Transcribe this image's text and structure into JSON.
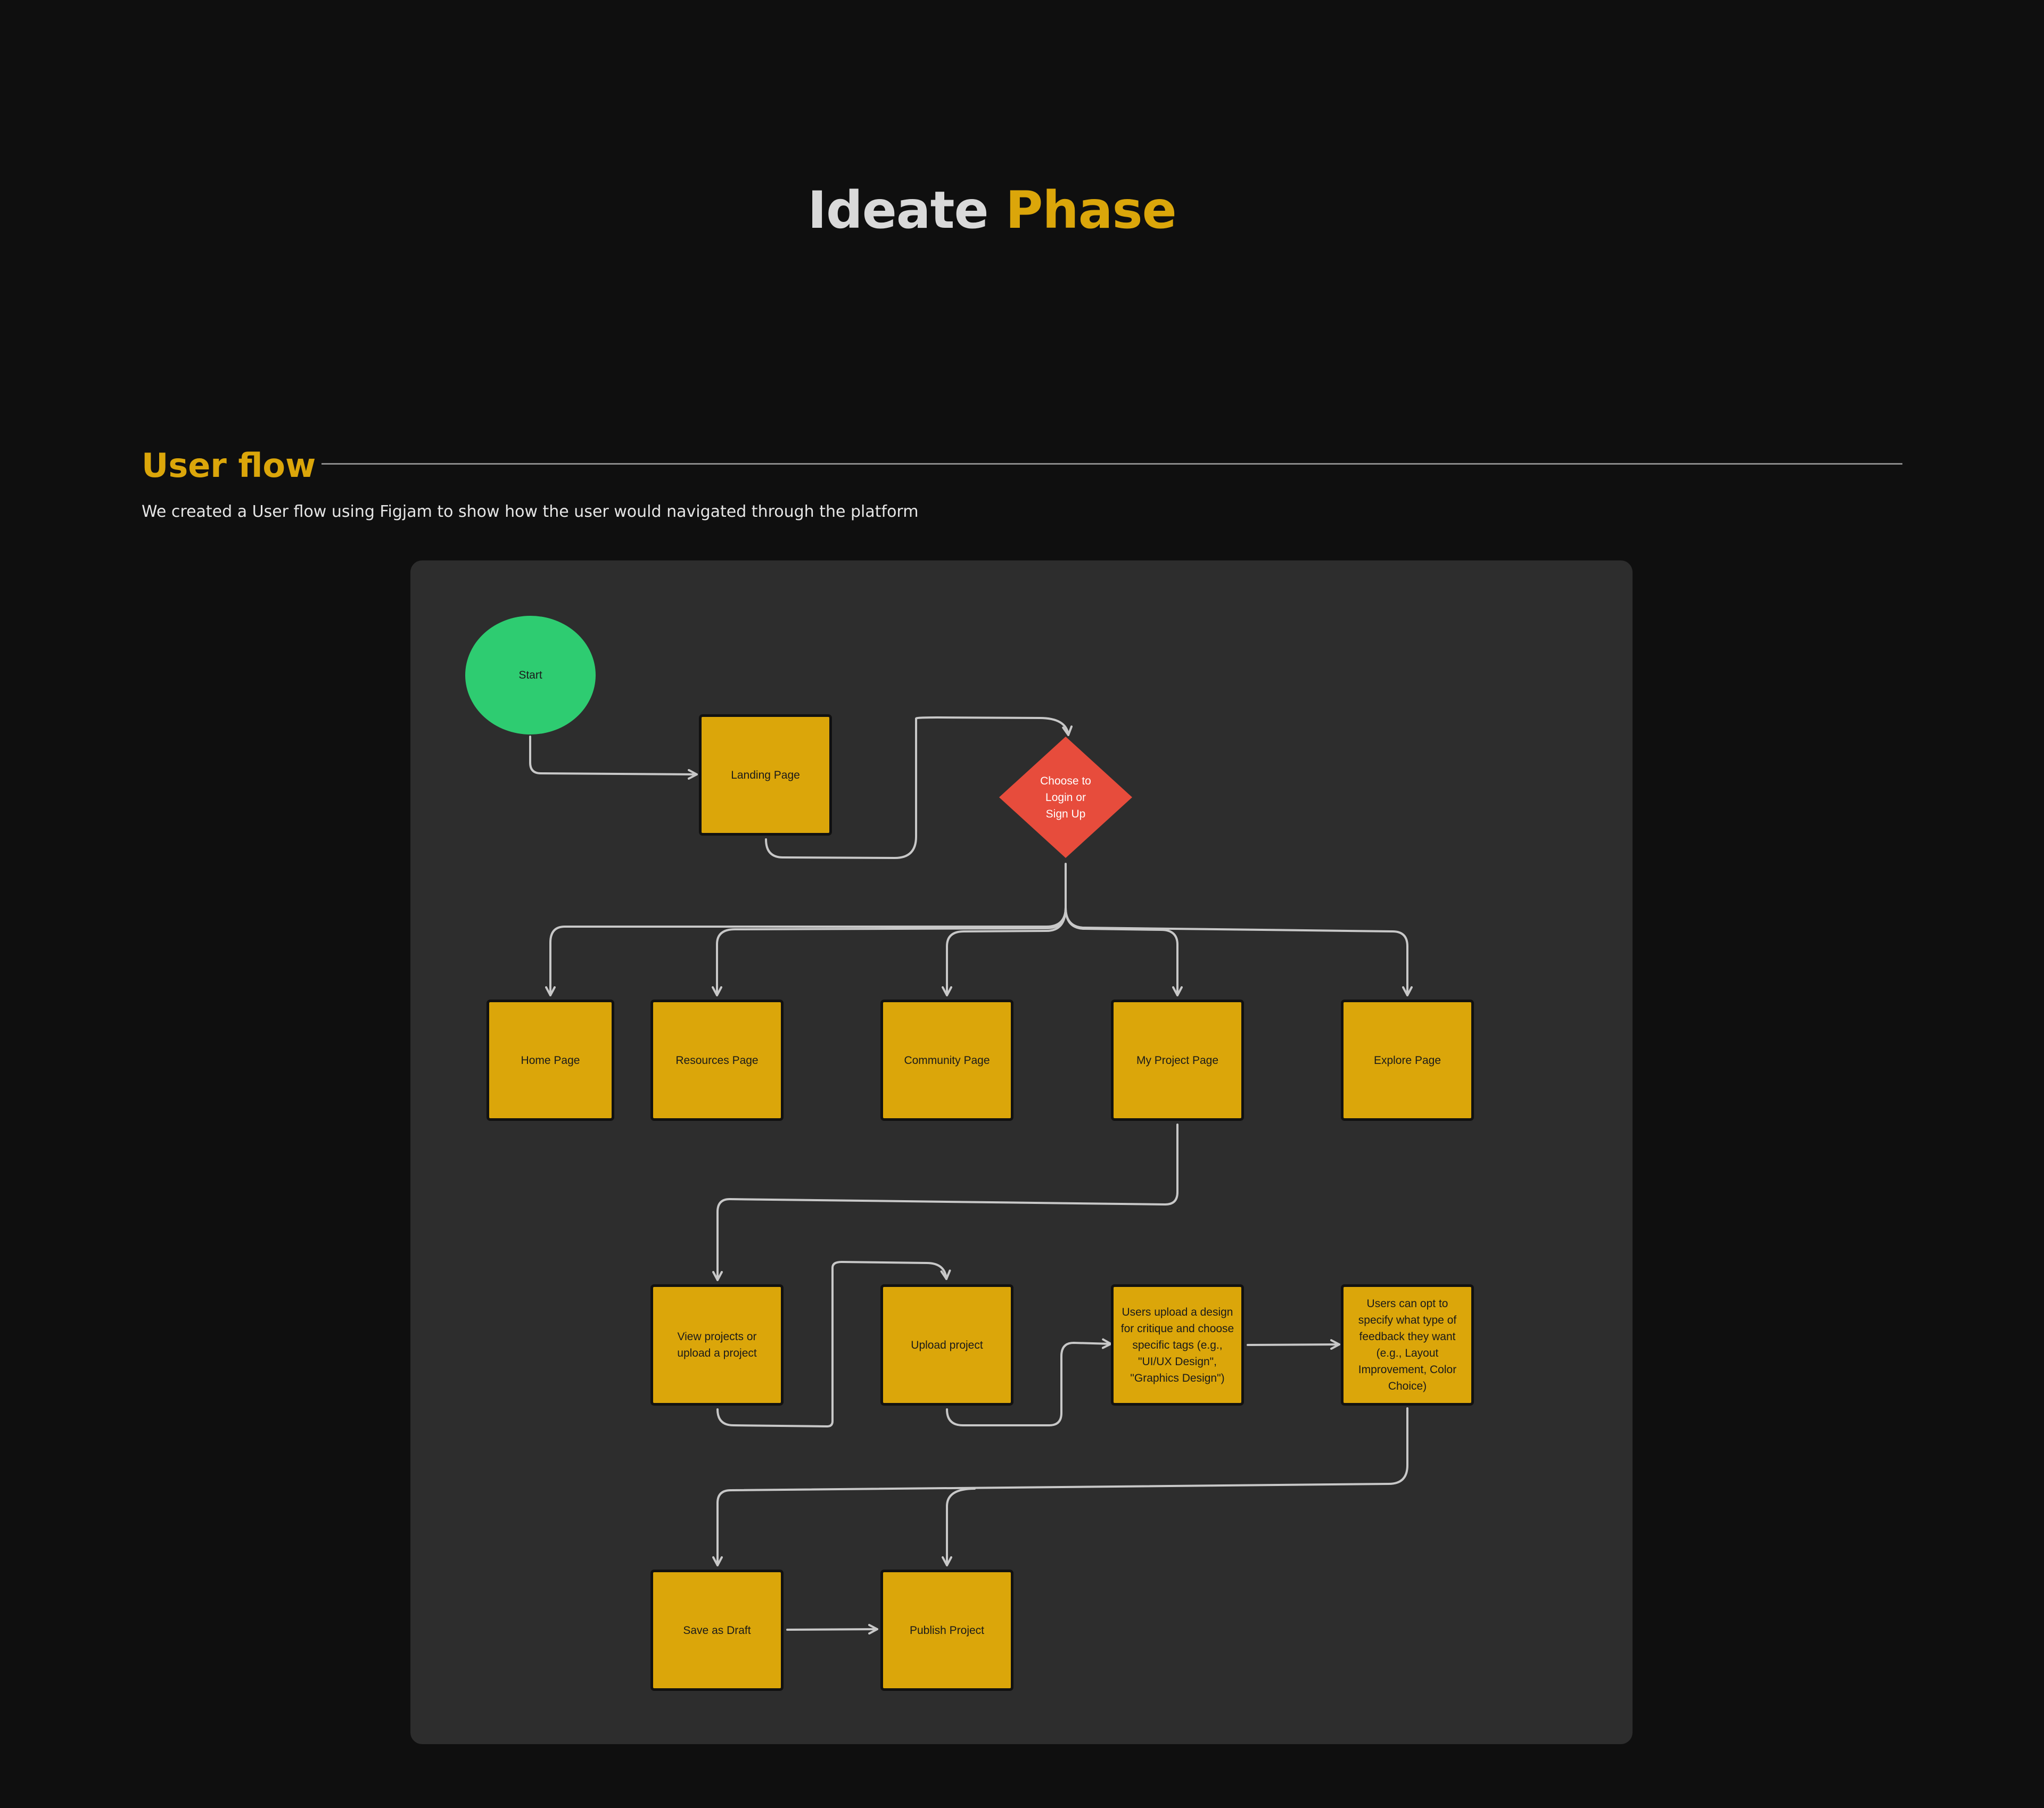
{
  "header": {
    "title_part1": "Ideate",
    "title_part2": "Phase"
  },
  "section": {
    "heading": "User flow",
    "description": "We created a User flow using Figjam to show how the user would navigated through the platform"
  },
  "colors": {
    "background": "#0f0f0f",
    "board": "#2d2d2d",
    "accent": "#dba60a",
    "start": "#2ecc71",
    "decision": "#e74c3c",
    "connector": "#c8c8c8"
  },
  "diagram": {
    "start": "Start",
    "landing": "Landing Page",
    "decision": "Choose to Login or Sign Up",
    "home": "Home Page",
    "resources": "Resources Page",
    "community": "Community Page",
    "my_project": "My Project Page",
    "explore": "Explore Page",
    "view_projects": "View projects or upload a project",
    "upload_project": "Upload project",
    "upload_design": "Users upload a design for critique and choose specific tags (e.g., \"UI/UX Design\", \"Graphics Design\")",
    "feedback_type": "Users can opt to specify what type of feedback they want (e.g., Layout Improvement, Color Choice)",
    "save_draft": "Save as Draft",
    "publish": "Publish Project"
  }
}
